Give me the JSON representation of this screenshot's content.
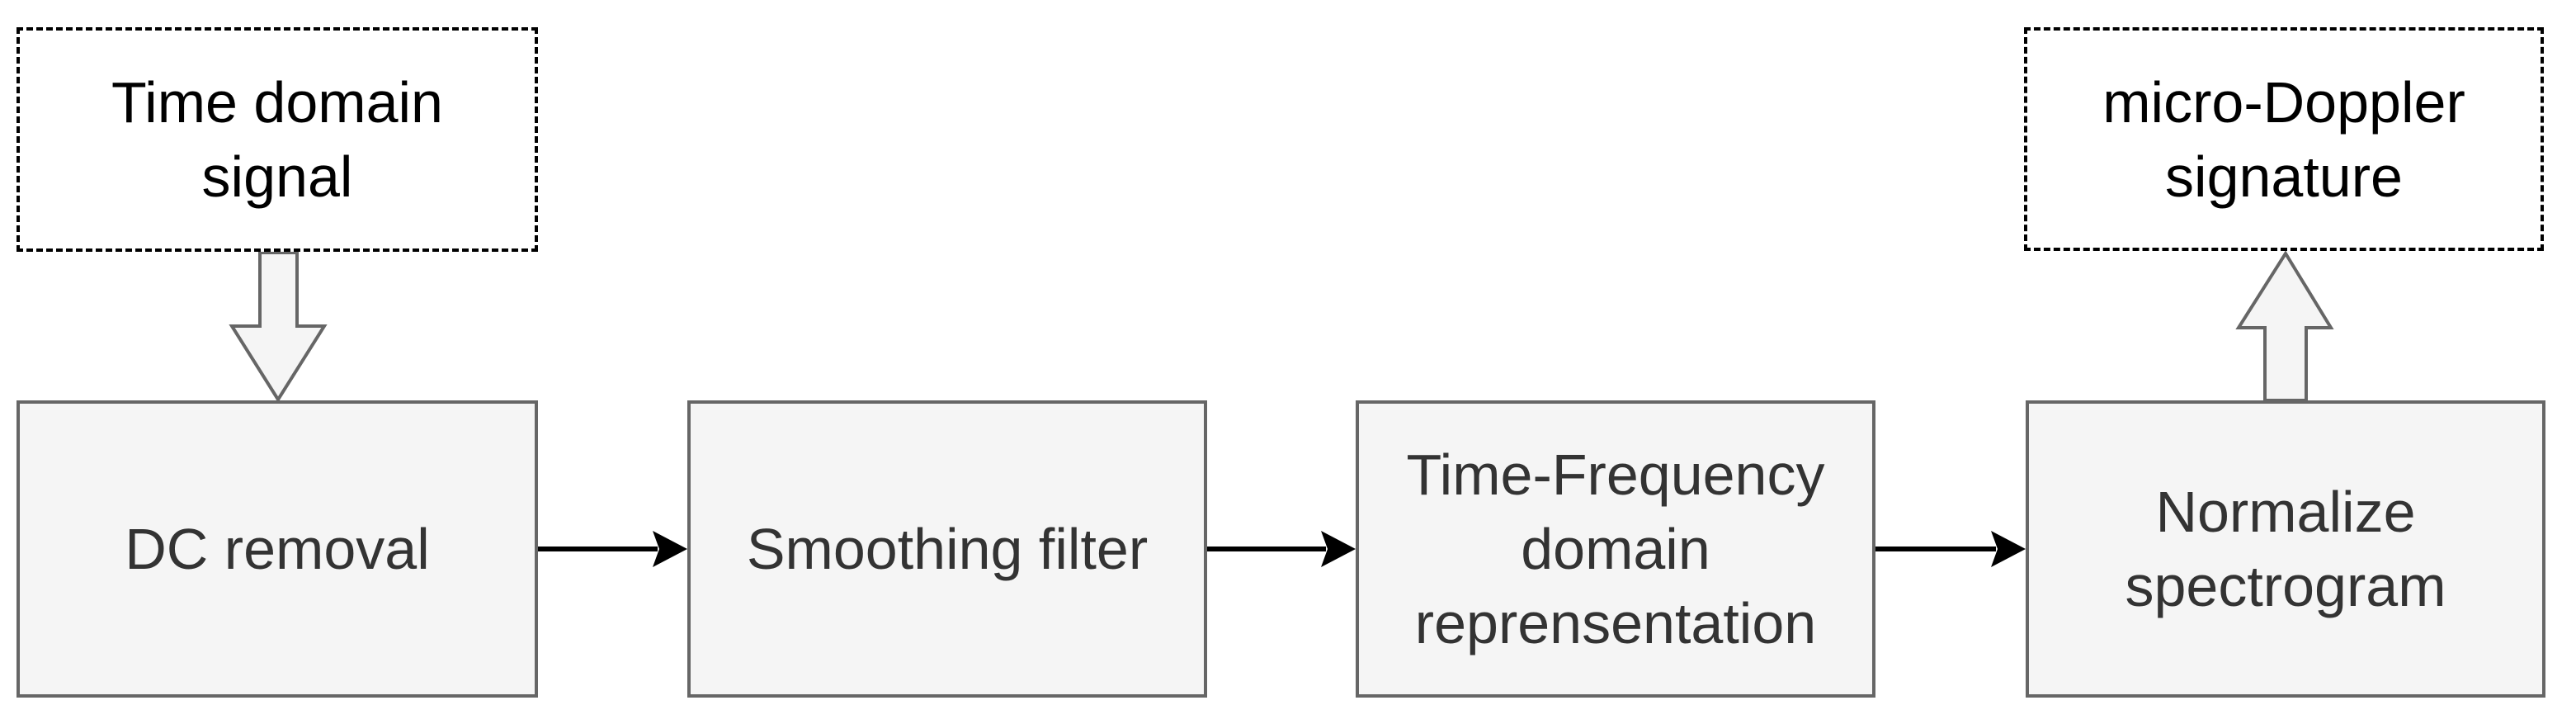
{
  "colors": {
    "background": "#ffffff",
    "process_fill": "#f5f5f5",
    "process_border": "#666666",
    "process_text": "#333333",
    "terminal_border": "#000000",
    "terminal_text": "#000000",
    "connector": "#000000",
    "block_arrow_fill": "#f5f5f5",
    "block_arrow_border": "#666666"
  },
  "nodes": {
    "time_domain_signal": {
      "label": "Time domain\nsignal",
      "shape": "dashed-rectangle"
    },
    "dc_removal": {
      "label": "DC removal",
      "shape": "process-rectangle"
    },
    "smoothing_filter": {
      "label": "Smoothing filter",
      "shape": "process-rectangle"
    },
    "tf_representation": {
      "label": "Time-Frequency\ndomain\nreprensentation",
      "shape": "process-rectangle"
    },
    "normalize_spectrogram": {
      "label": "Normalize\nspectrogram",
      "shape": "process-rectangle"
    },
    "micro_doppler_signature": {
      "label": "micro-Doppler\nsignature",
      "shape": "dashed-rectangle"
    }
  },
  "edges": [
    {
      "from": "time_domain_signal",
      "to": "dc_removal",
      "style": "block-arrow-down"
    },
    {
      "from": "dc_removal",
      "to": "smoothing_filter",
      "style": "line-arrow-right"
    },
    {
      "from": "smoothing_filter",
      "to": "tf_representation",
      "style": "line-arrow-right"
    },
    {
      "from": "tf_representation",
      "to": "normalize_spectrogram",
      "style": "line-arrow-right"
    },
    {
      "from": "normalize_spectrogram",
      "to": "micro_doppler_signature",
      "style": "block-arrow-up"
    }
  ]
}
